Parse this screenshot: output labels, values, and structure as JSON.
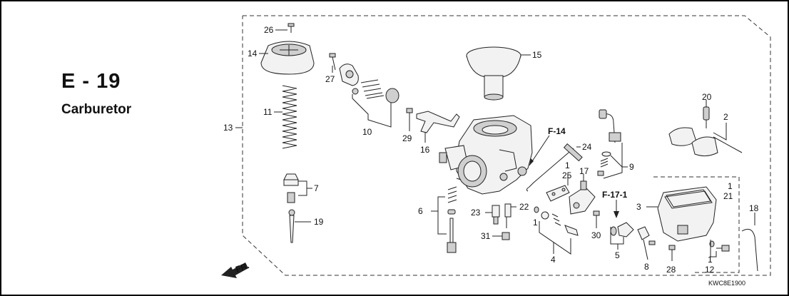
{
  "section": {
    "code": "E - 19",
    "name": "Carburetor"
  },
  "labels": {
    "p1a": "1",
    "p1b": "1",
    "p1c": "1",
    "p1d": "1",
    "p2": "2",
    "p3": "3",
    "p4": "4",
    "p5": "5",
    "p6": "6",
    "p7": "7",
    "p8": "8",
    "p9": "9",
    "p10": "10",
    "p11": "11",
    "p12": "12",
    "p13": "13",
    "p14": "14",
    "p15": "15",
    "p16": "16",
    "p17": "17",
    "p18": "18",
    "p19": "19",
    "p20": "20",
    "p21": "21",
    "p22": "22",
    "p23": "23",
    "p24": "24",
    "p25": "25",
    "p26": "26",
    "p27": "27",
    "p28": "28",
    "p29": "29",
    "p30": "30",
    "p31": "31"
  },
  "refs": {
    "f14": "F-14",
    "f171": "F-17-1"
  },
  "front_marker": "FR.",
  "diagram_code": "KWC8E1900"
}
